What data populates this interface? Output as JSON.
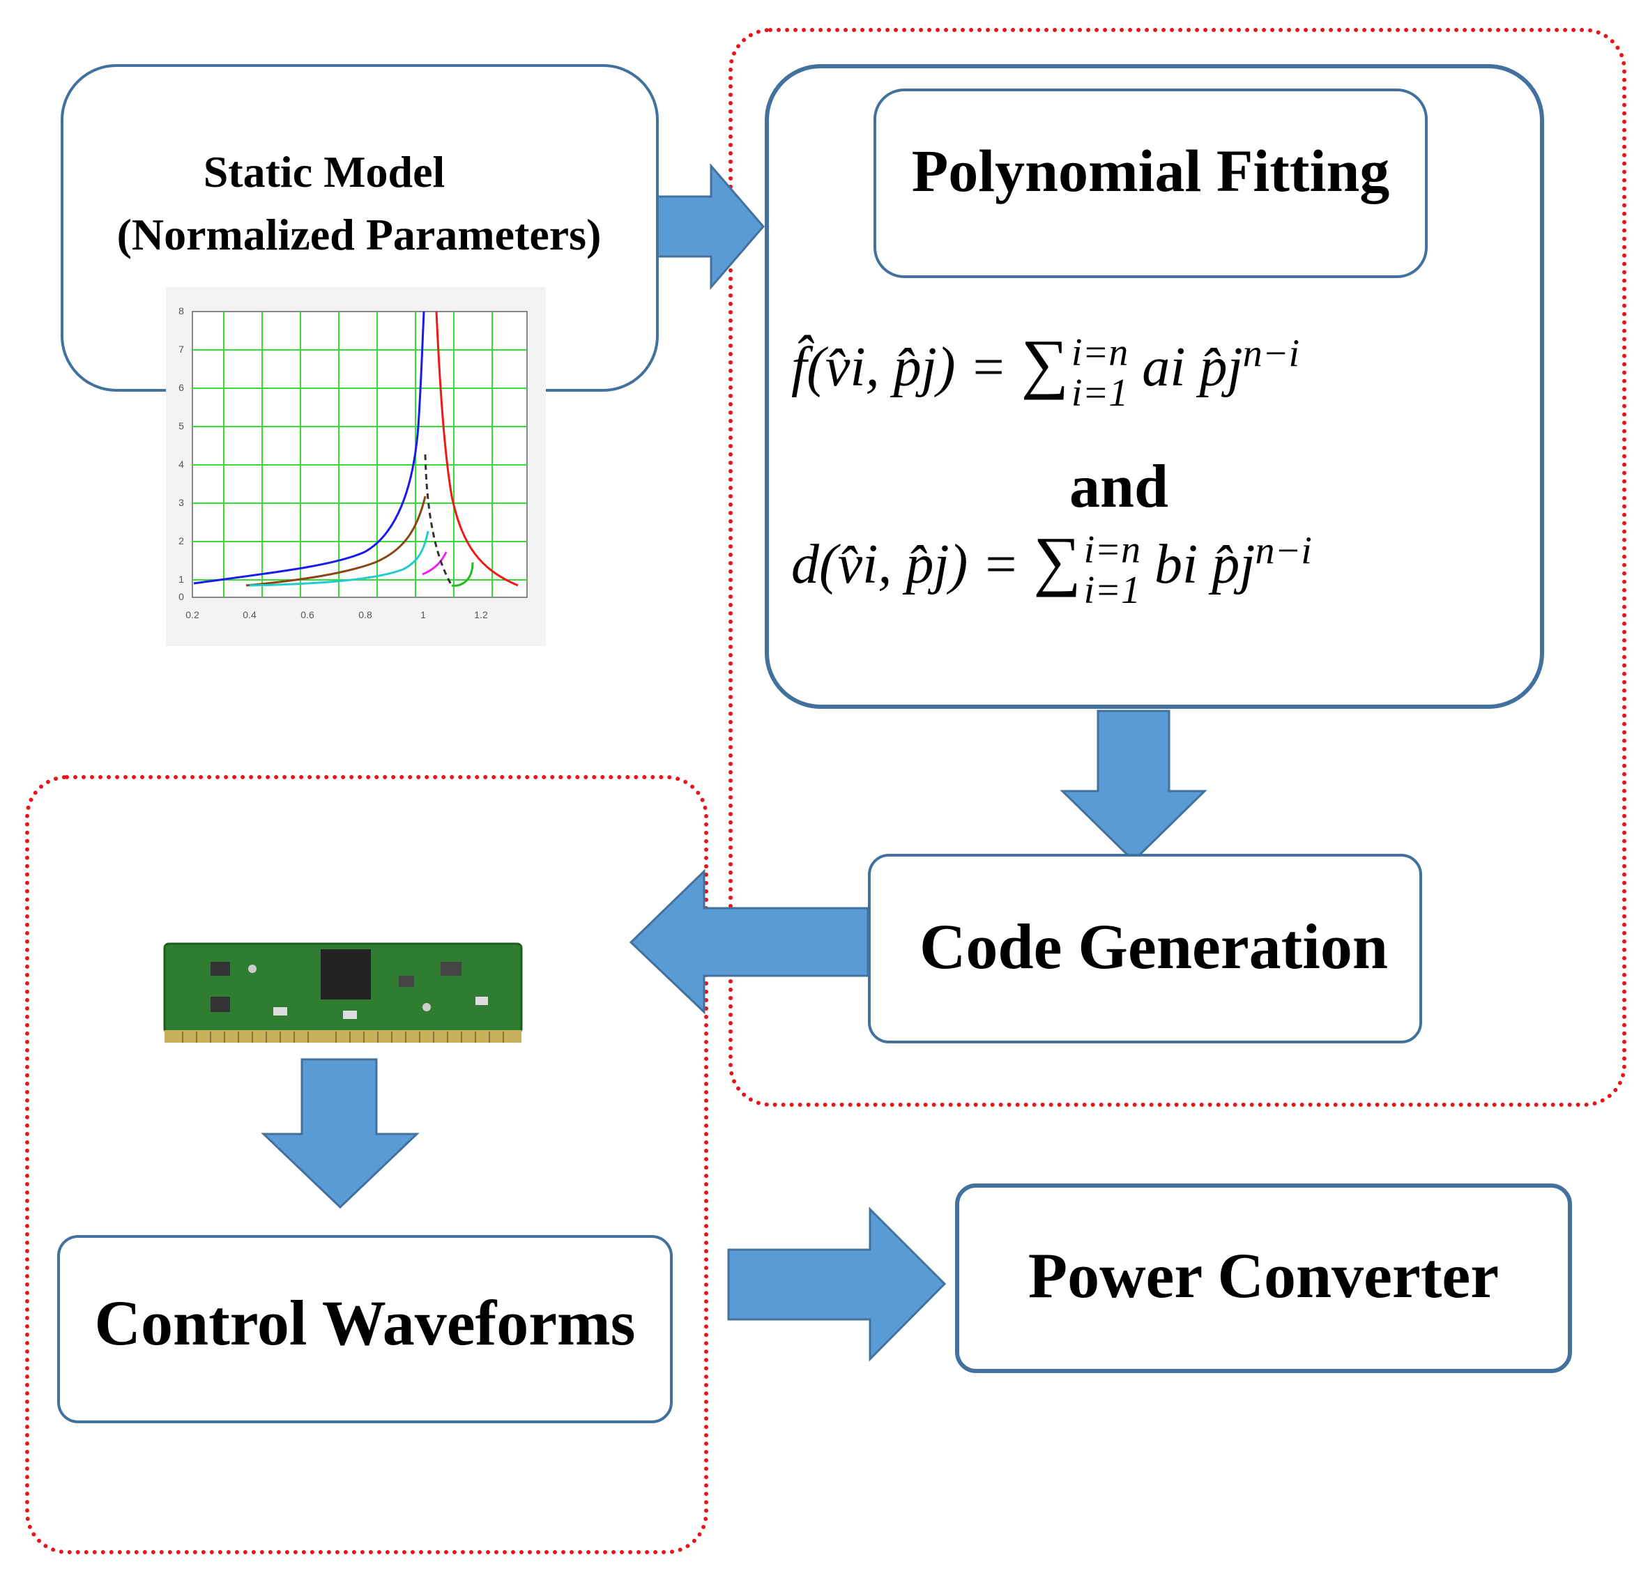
{
  "static_model": {
    "title_line1": "Static Model",
    "title_line2": "(Normalized Parameters)",
    "plot": {
      "y_tick_labels": [
        "0",
        "1",
        "2",
        "3",
        "4",
        "5",
        "6",
        "7",
        "8"
      ],
      "x_tick_labels": [
        "0.2",
        "0.4",
        "0.6",
        "0.8",
        "1",
        "1.2"
      ]
    }
  },
  "polynomial_fitting": {
    "title": "Polynomial Fitting",
    "eq1_lhs": "f̂(v̂i, p̂j) = ",
    "eq1_sum_top": "i=n",
    "eq1_sum_bottom": "i=1",
    "eq1_rhs": "ai p̂j",
    "eq1_rhs_sup": "n−i",
    "conjunction": "and",
    "eq2_lhs": "d(v̂i, p̂j) = ",
    "eq2_sum_top": "i=n",
    "eq2_sum_bottom": "i=1",
    "eq2_rhs": "bi p̂j",
    "eq2_rhs_sup": "n−i"
  },
  "code_generation": {
    "label": "Code Generation"
  },
  "control_waveforms": {
    "label": "Control Waveforms"
  },
  "power_converter": {
    "label": "Power Converter"
  },
  "colors": {
    "box_border": "#41719c",
    "arrow_fill": "#5b9bd5",
    "dotted_border": "#e8141a",
    "pcb_green": "#2e7d32"
  }
}
